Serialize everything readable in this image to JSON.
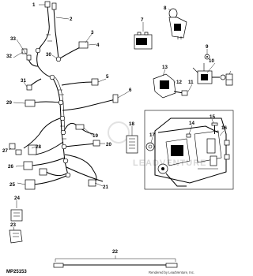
{
  "watermark": "LEADVENTURE",
  "diagram_code": "MP25153",
  "credit": "Rendered by LeadVenture, Inc.",
  "callouts": [
    "1",
    "2",
    "3",
    "4",
    "5",
    "6",
    "7",
    "8",
    "9",
    "10",
    "11",
    "12",
    "13",
    "14",
    "15",
    "16",
    "17",
    "18",
    "19",
    "20",
    "21",
    "22",
    "23",
    "24",
    "25",
    "26",
    "27",
    "28",
    "29",
    "30",
    "31",
    "32",
    "33"
  ]
}
